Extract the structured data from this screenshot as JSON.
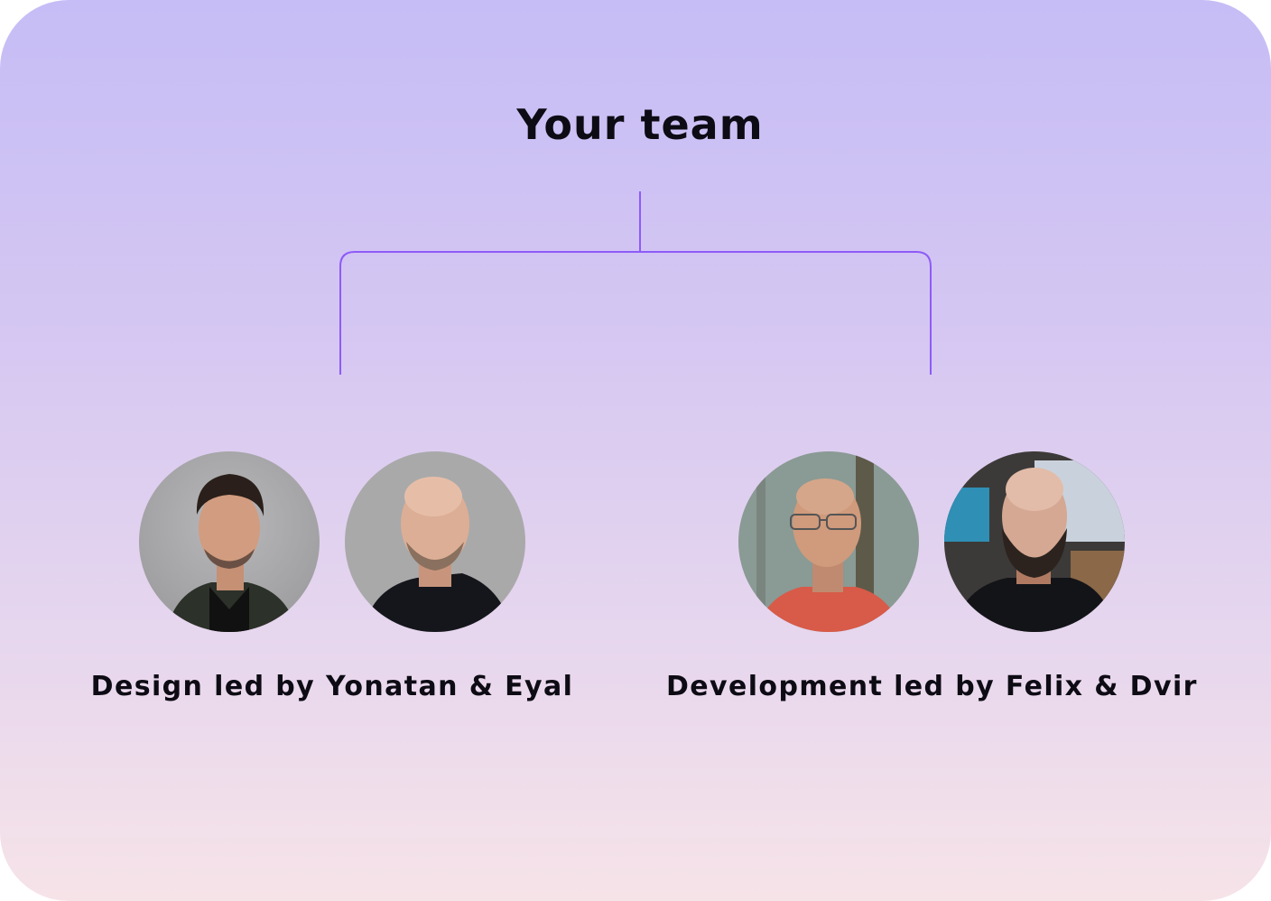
{
  "header": {
    "title": "Your team"
  },
  "colors": {
    "connector": "#8e5bf7",
    "background_top": "#c6bdf6",
    "background_bottom": "#f6e3e8",
    "text": "#0d0b14"
  },
  "groups": [
    {
      "caption": "Design led by Yonatan & Eyal",
      "members": [
        {
          "name": "Yonatan",
          "photo": "avatar-photo"
        },
        {
          "name": "Eyal",
          "photo": "avatar-photo"
        }
      ]
    },
    {
      "caption": "Development led by Felix & Dvir",
      "members": [
        {
          "name": "Felix",
          "photo": "avatar-photo"
        },
        {
          "name": "Dvir",
          "photo": "avatar-photo"
        }
      ]
    }
  ]
}
